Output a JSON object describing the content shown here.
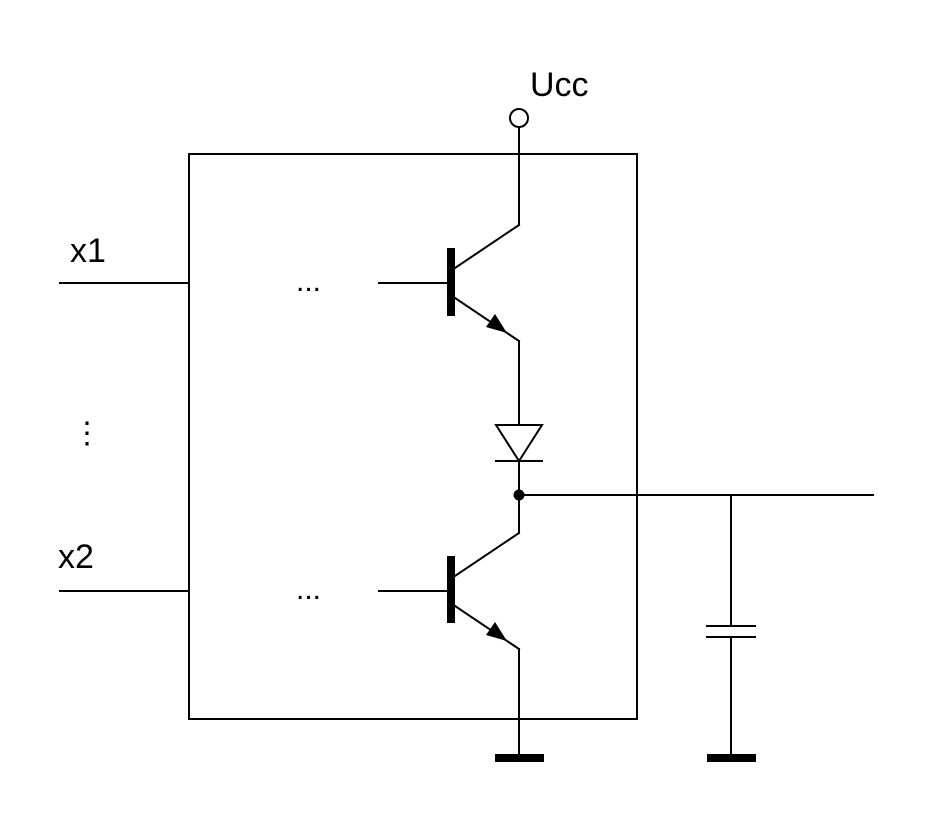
{
  "labels": {
    "supply": "Ucc",
    "input_1": "x1",
    "input_2": "x2",
    "ellipsis_h": "...",
    "ellipsis_v": "⋮"
  }
}
